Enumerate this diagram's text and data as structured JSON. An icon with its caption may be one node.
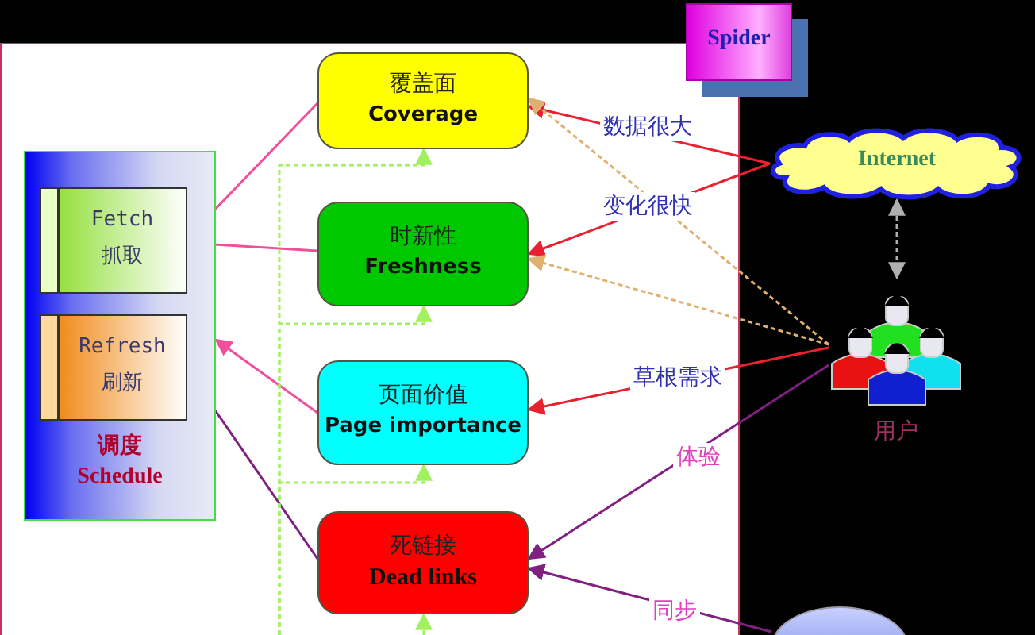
{
  "diagram": {
    "nodes": [
      {
        "text": [
          "调度",
          "Schedule"
        ]
      },
      {
        "text": [
          "Fetch",
          "抓取"
        ],
        "in": 0
      },
      {
        "text": [
          "Refresh",
          "刷新"
        ],
        "in": 0
      },
      {
        "text": [
          "覆盖面",
          "Coverage"
        ]
      },
      {
        "text": [
          "时新性",
          "Freshness"
        ]
      },
      {
        "text": [
          "页面价值",
          "Page importance"
        ]
      },
      {
        "text": [
          "死链接",
          "Dead links"
        ]
      },
      {
        "text": [
          "Spider"
        ]
      },
      {
        "text": [
          "Internet"
        ]
      },
      {
        "text": [],
        "shape": "picture",
        "beside": [
          "用户"
        ]
      },
      {
        "text": [],
        "shape": "circle"
      }
    ],
    "edges": [
      {
        "from": 3,
        "to": 1,
        "arrow": "to",
        "color": "#f0509a"
      },
      {
        "from": 4,
        "to": 1,
        "arrow": "to",
        "color": "#f0509a"
      },
      {
        "from": 5,
        "to": 0,
        "arrow": "to",
        "color": "#f0509a"
      },
      {
        "from": 6,
        "to": 2,
        "arrow": "to",
        "color": "#802080"
      },
      {
        "from": 8,
        "to": 3,
        "arrow": "to",
        "label": "数据很大",
        "color": "#e82030"
      },
      {
        "from": 8,
        "to": 4,
        "arrow": "to",
        "label": "变化很快",
        "color": "#e82030"
      },
      {
        "from": 8,
        "to": 9,
        "arrow": "both",
        "style": "dashed",
        "color": "#b0b0b0"
      },
      {
        "from": 9,
        "to": 3,
        "arrow": "to",
        "style": "dashed",
        "color": "#e0b070"
      },
      {
        "from": 9,
        "to": 4,
        "arrow": "to",
        "style": "dashed",
        "color": "#e0b070"
      },
      {
        "from": 9,
        "to": 5,
        "arrow": "to",
        "label": "草根需求",
        "color": "#e82030"
      },
      {
        "from": 9,
        "to": 6,
        "arrow": "to",
        "label": "体验",
        "color": "#802080"
      },
      {
        "from": 10,
        "to": 6,
        "arrow": "to",
        "label": "同步",
        "color": "#802080"
      },
      {
        "from": null,
        "to": 3,
        "arrow": "to",
        "style": "dashed",
        "color": "#a0f060"
      },
      {
        "from": null,
        "to": 4,
        "arrow": "to",
        "style": "dashed",
        "color": "#a0f060"
      },
      {
        "from": null,
        "to": 5,
        "arrow": "to",
        "style": "dashed",
        "color": "#a0f060"
      },
      {
        "from": null,
        "to": 6,
        "arrow": "to",
        "style": "dashed",
        "color": "#a0f060"
      }
    ]
  }
}
